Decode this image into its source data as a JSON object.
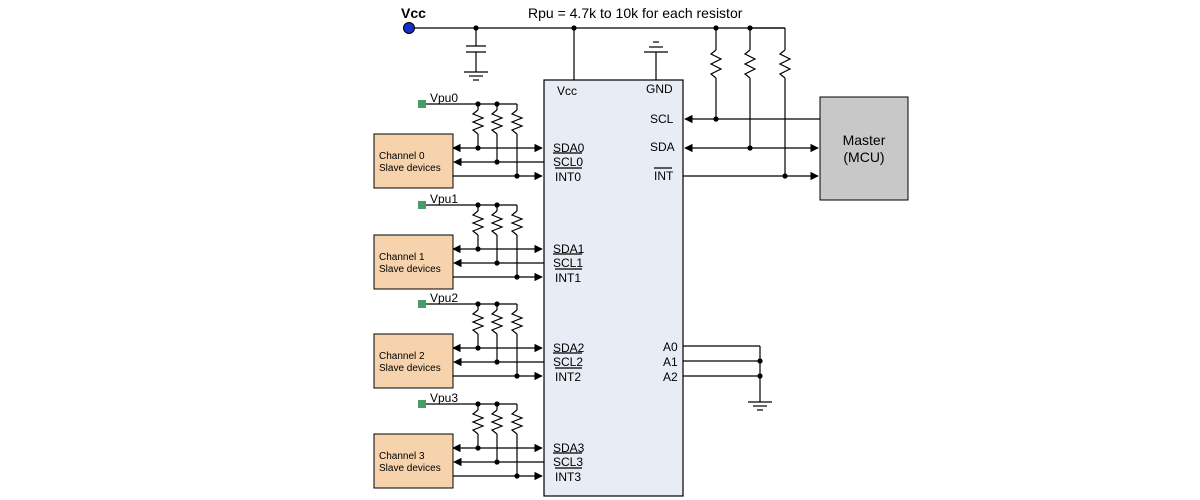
{
  "vcc_label": "Vcc",
  "rpu_note": "Rpu = 4.7k to 10k for each resistor",
  "ic": {
    "vcc_pin": "Vcc",
    "gnd_pin": "GND",
    "scl_pin": "SCL",
    "sda_pin": "SDA",
    "int_pin": "INT",
    "a0_pin": "A0",
    "a1_pin": "A1",
    "a2_pin": "A2"
  },
  "master": {
    "line1": "Master",
    "line2": "(MCU)"
  },
  "channels": [
    {
      "vpu": "Vpu0",
      "box_line1": "Channel 0",
      "box_line2": "Slave devices",
      "sda": "SDA0",
      "scl": "SCL0",
      "int": "INT0"
    },
    {
      "vpu": "Vpu1",
      "box_line1": "Channel 1",
      "box_line2": "Slave devices",
      "sda": "SDA1",
      "scl": "SCL1",
      "int": "INT1"
    },
    {
      "vpu": "Vpu2",
      "box_line1": "Channel 2",
      "box_line2": "Slave devices",
      "sda": "SDA2",
      "scl": "SCL2",
      "int": "INT2"
    },
    {
      "vpu": "Vpu3",
      "box_line1": "Channel 3",
      "box_line2": "Slave devices",
      "sda": "SDA3",
      "scl": "SCL3",
      "int": "INT3"
    }
  ],
  "colors": {
    "ic_fill": "#e8ecf5",
    "channel_fill": "#f6d3ad",
    "master_fill": "#c8c8c8",
    "vcc_dot": "#1430c8",
    "vpu_square": "#4a9a6a"
  }
}
